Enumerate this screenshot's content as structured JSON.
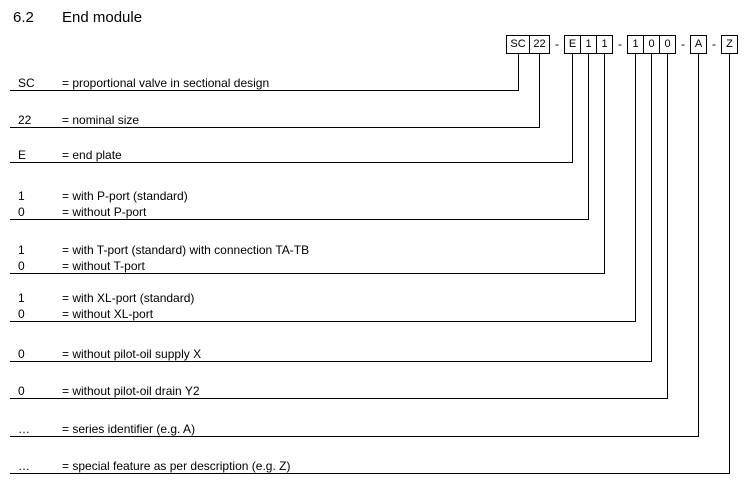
{
  "heading": {
    "number": "6.2",
    "title": "End module"
  },
  "code": {
    "segments": [
      "SC",
      "22",
      "-",
      "E",
      "1",
      "1",
      "-",
      "1",
      "0",
      "0",
      "-",
      "A",
      "-",
      "Z"
    ]
  },
  "rows": [
    {
      "entries": [
        {
          "code": "SC",
          "desc": "= proportional valve in sectional design"
        }
      ]
    },
    {
      "entries": [
        {
          "code": "22",
          "desc": "= nominal size"
        }
      ]
    },
    {
      "entries": [
        {
          "code": "E",
          "desc": "= end plate"
        }
      ]
    },
    {
      "entries": [
        {
          "code": "1",
          "desc": "= with P-port (standard)"
        },
        {
          "code": "0",
          "desc": "= without P-port"
        }
      ]
    },
    {
      "entries": [
        {
          "code": "1",
          "desc": "= with T-port (standard) with connection TA-TB"
        },
        {
          "code": "0",
          "desc": "= without T-port"
        }
      ]
    },
    {
      "entries": [
        {
          "code": "1",
          "desc": "= with XL-port (standard)"
        },
        {
          "code": "0",
          "desc": "= without XL-port"
        }
      ]
    },
    {
      "entries": [
        {
          "code": "0",
          "desc": "= without pilot-oil supply X"
        }
      ]
    },
    {
      "entries": [
        {
          "code": "0",
          "desc": "= without pilot-oil drain Y2"
        }
      ]
    },
    {
      "entries": [
        {
          "code": "…",
          "desc": "= series identifier (e.g. A)"
        }
      ]
    },
    {
      "entries": [
        {
          "code": "…",
          "desc": "= special feature as per description (e.g. Z)"
        }
      ]
    }
  ]
}
